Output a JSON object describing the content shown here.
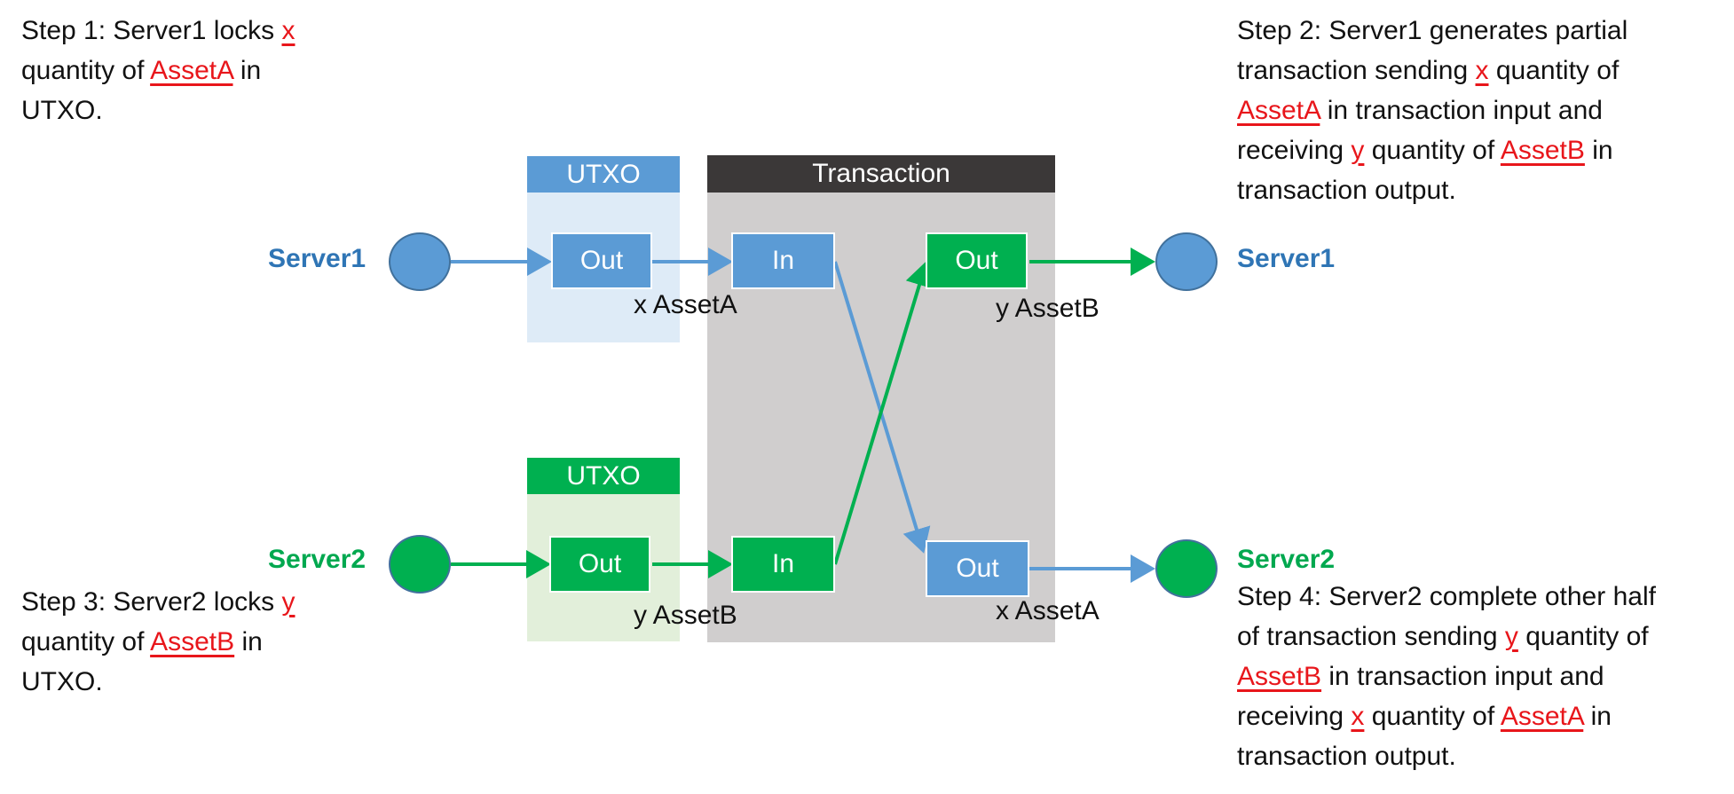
{
  "step1": {
    "head": "Step 1:",
    "l1": " Server1 locks ",
    "x": "x",
    "l2": "quantity of ",
    "asset": "AssetA",
    "l3": " in",
    "l4": "UTXO."
  },
  "step2": {
    "head": "Step 2:",
    "l1": " Server1 generates partial",
    "l2a": "transaction sending ",
    "x": "x",
    "l2b": " quantity of",
    "assetA": "AssetA",
    "l3": " in transaction input and",
    "l4a": "receiving ",
    "y": "y",
    "l4b": " quantity of ",
    "assetB": "AssetB",
    "l4c": " in",
    "l5": "transaction output."
  },
  "step3": {
    "head": "Step 3:",
    "l1": " Server2 locks ",
    "y": "y",
    "l2": "quantity of ",
    "asset": "AssetB",
    "l3": " in",
    "l4": "UTXO."
  },
  "step4": {
    "head": "Step 4:",
    "l1": " Server2 complete other half",
    "l2a": "of transaction sending ",
    "y": "y",
    "l2b": " quantity of",
    "assetB": "AssetB",
    "l3": " in transaction input and",
    "l4a": "receiving ",
    "x": "x",
    "l4b": " quantity of ",
    "assetA": "AssetA",
    "l4c": " in",
    "l5": "transaction output."
  },
  "utxo_top": "UTXO",
  "utxo_bottom": "UTXO",
  "transaction": "Transaction",
  "nodes": {
    "server1_left": "Server1",
    "server2_left": "Server2",
    "server1_right": "Server1",
    "server2_right": "Server2"
  },
  "boxes": {
    "utxo1_out": "Out",
    "utxo2_out": "Out",
    "tx_in1": "In",
    "tx_in2": "In",
    "tx_out1": "Out",
    "tx_out2": "Out"
  },
  "labels": {
    "utxo1": "x AssetA",
    "utxo2": "y AssetB",
    "out1": "y AssetB",
    "out2": "x AssetA"
  },
  "colors": {
    "blue": "#5b9bd5",
    "green": "#00b050",
    "server1": "#2f75b5",
    "server2": "#00a84f",
    "highlight": "#e8161b",
    "tx_panel": "#d0cece",
    "tx_header": "#3b3838"
  }
}
